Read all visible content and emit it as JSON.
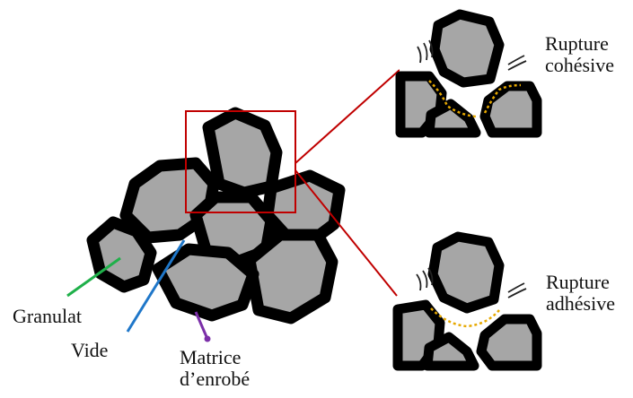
{
  "labels": {
    "rupture_cohesive": {
      "line1": "Rupture",
      "line2": "cohésive"
    },
    "rupture_adhesive": {
      "line1": "Rupture",
      "line2": "adhésive"
    },
    "granulat": "Granulat",
    "vide": "Vide",
    "matrice": {
      "line1": "Matrice",
      "line2": "d’enrobé"
    }
  },
  "colors": {
    "aggregate_fill": "#a6a6a6",
    "binder": "#000000",
    "zoom_frame": "#c00000",
    "granulat_pointer": "#1fb04a",
    "vide_pointer": "#1f77c9",
    "matrice_pointer": "#7b2fa8",
    "rupture_line": "#e6a800"
  },
  "icons": {
    "crack_marks": "crack-lines-icon"
  }
}
